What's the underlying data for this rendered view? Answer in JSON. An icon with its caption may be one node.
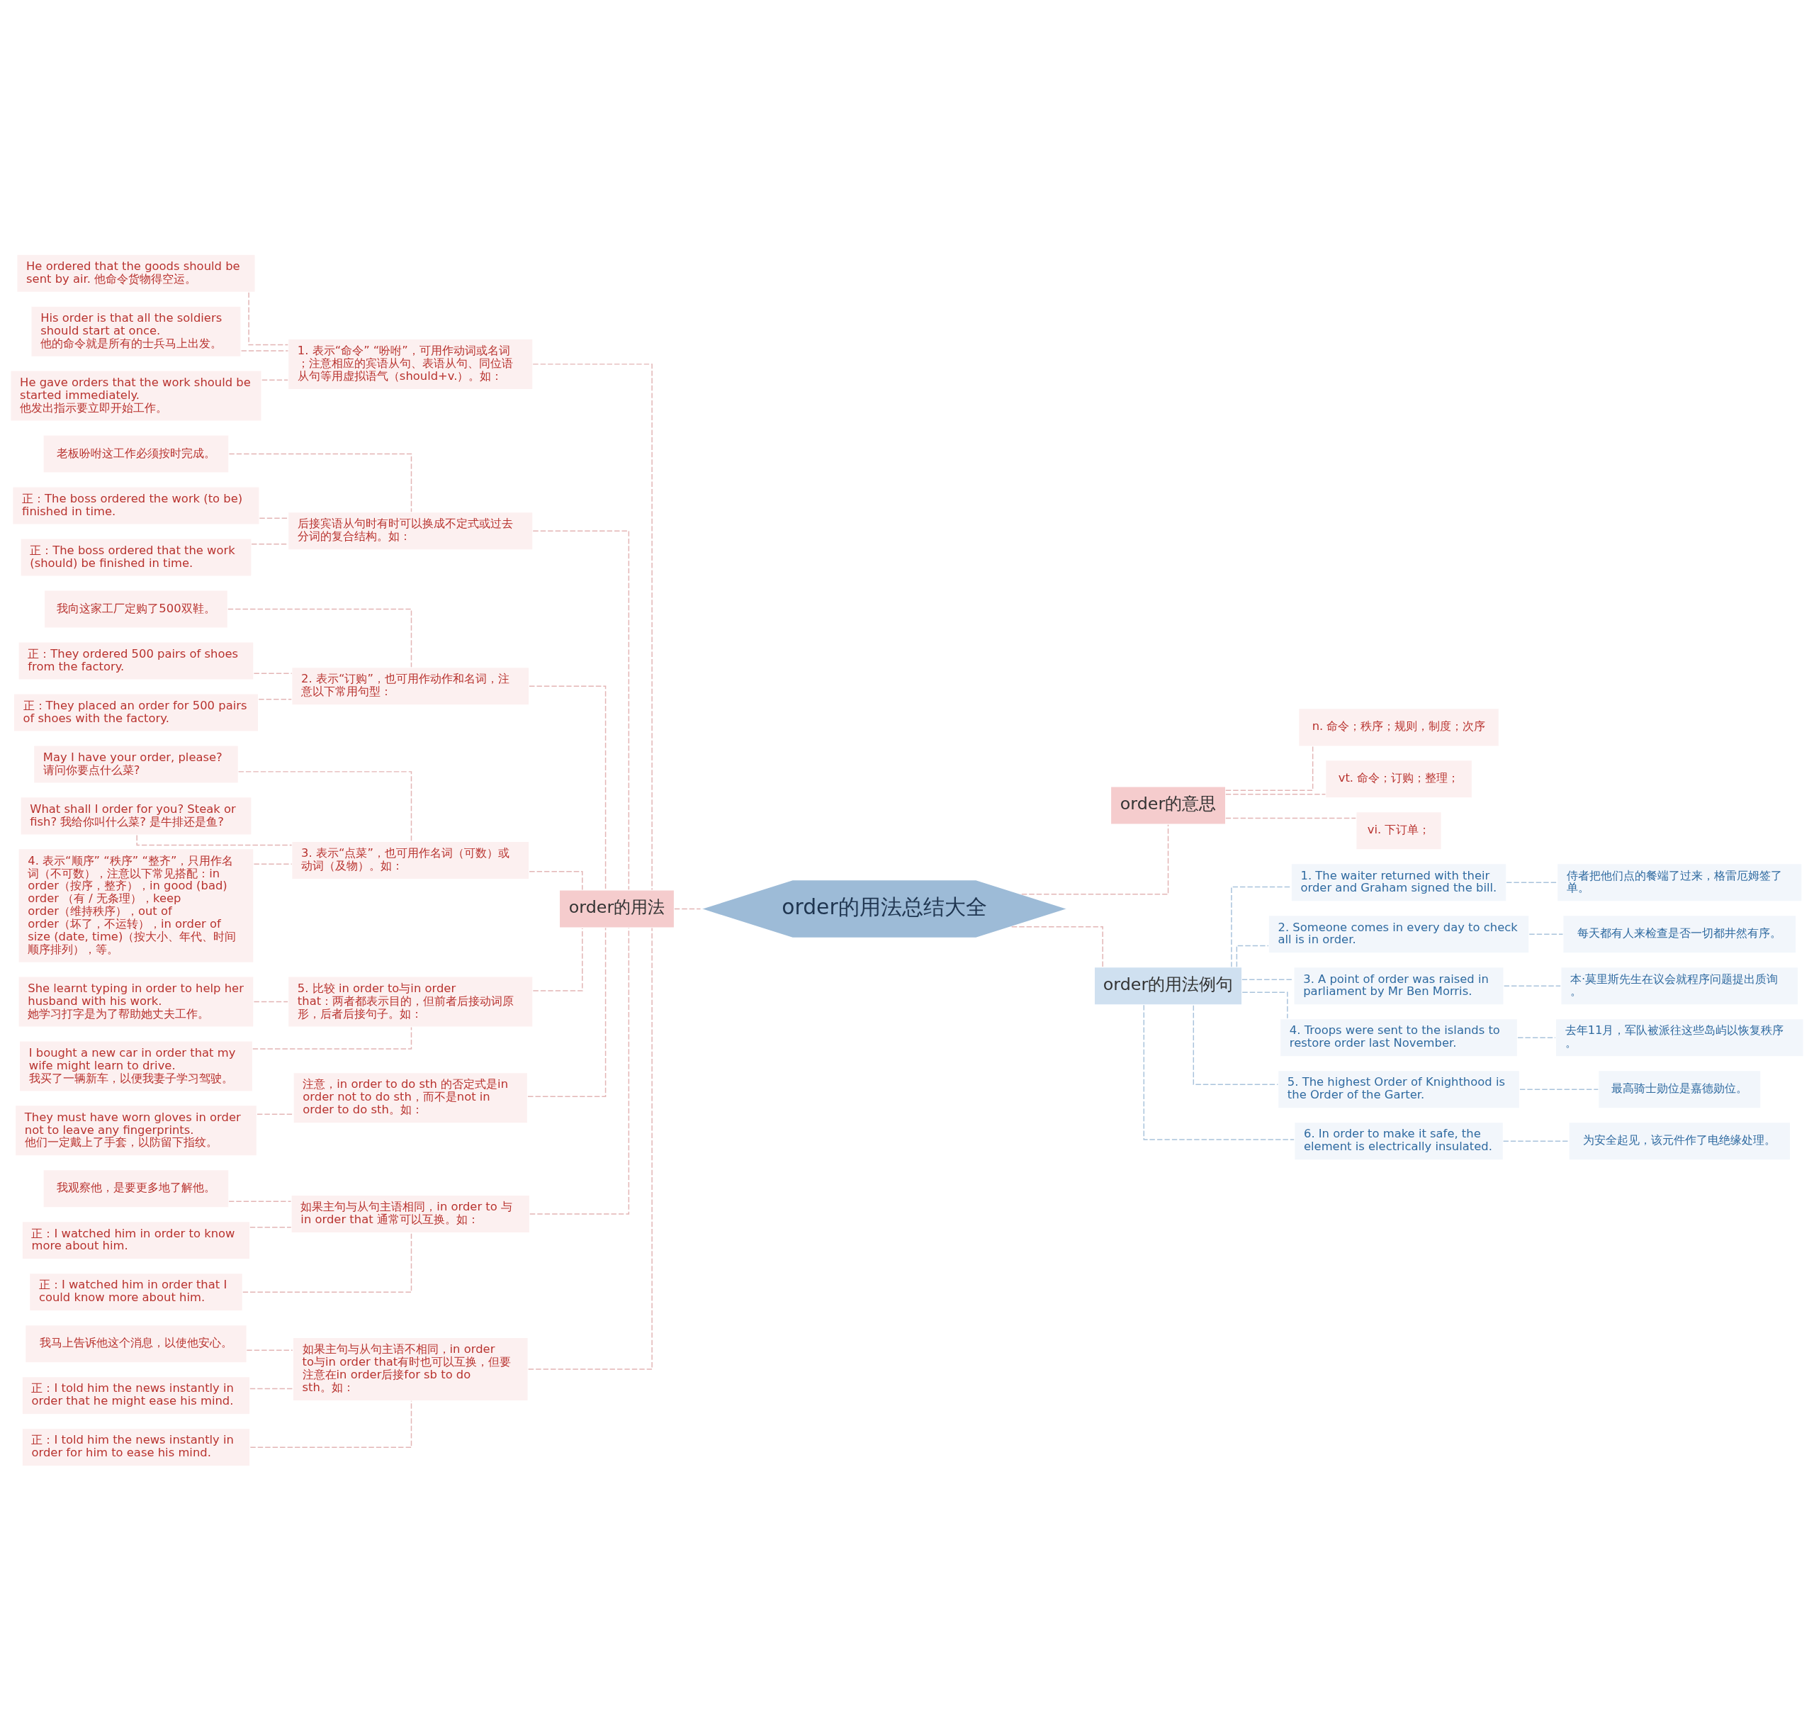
{
  "diagram": {
    "nodes": [
      {
        "text": [
          "order的用法总结大全"
        ]
      },
      {
        "text": [
          "order的用法"
        ]
      },
      {
        "text": [
          "1. 表示“命令” “吩咐”，可用作动词或名词；注意相应的宾语从句、表语从句、同位语从句等用虚拟语气（should+v.）。如："
        ]
      },
      {
        "text": [
          "He ordered that the goods should be sent by air. 他命令货物得空运。"
        ]
      },
      {
        "text": [
          "His order is that all the soldiers should start at once. 他的命令就是所有的士兵马上出发。"
        ]
      },
      {
        "text": [
          "He gave orders that the work should be started immediately. 他发出指示要立即开始工作。"
        ]
      },
      {
        "text": [
          "后接宾语从句时有时可以换成不定式或过去分词的复合结构。如："
        ]
      },
      {
        "text": [
          "老板吩咐这工作必须按时完成。"
        ]
      },
      {
        "text": [
          "正：The boss ordered the work (to be) finished in time."
        ]
      },
      {
        "text": [
          "正：The boss ordered that the work (should) be finished in time."
        ]
      },
      {
        "text": [
          "2. 表示“订购”，也可用作动作和名词，注意以下常用句型："
        ]
      },
      {
        "text": [
          "我向这家工厂定购了500双鞋。"
        ]
      },
      {
        "text": [
          "正：They ordered 500 pairs of shoes from the factory."
        ]
      },
      {
        "text": [
          "正：They placed an order for 500 pairs of shoes with the factory."
        ]
      },
      {
        "text": [
          "3. 表示“点菜”，也可用作名词（可数）或动词（及物）。如："
        ]
      },
      {
        "text": [
          "May I have your order, please? 请问你要点什么菜?"
        ]
      },
      {
        "text": [
          "What shall I order for you? Steak or fish? 我给你叫什么菜? 是牛排还是鱼?"
        ]
      },
      {
        "text": [
          "4. 表示“顺序” “秩序” “整齐”，只用作名词（不可数），注意以下常见搭配：in order（按序，整齐），in good (bad) order （有 / 无条理），keep order（维持秩序），out of order（坏了，不运转），in order of size (date, time)（按大小、年代、时间顺序排列），等。"
        ]
      },
      {
        "text": [
          "5. 比较 in order to与in order that：两者都表示目的，但前者后接动词原形，后者后接句子。如："
        ]
      },
      {
        "text": [
          "She learnt typing in order to help her husband with his work. 她学习打字是为了帮助她丈夫工作。"
        ]
      },
      {
        "text": [
          "I bought a new car in order that my wife might learn to drive. 我买了一辆新车，以便我妻子学习驾驶。"
        ]
      },
      {
        "text": [
          "注意，in order to do sth 的否定式是in order not to do sth，而不是not in order to do sth。如："
        ]
      },
      {
        "text": [
          "They must have worn gloves in order not to leave any fingerprints. 他们一定戴上了手套，以防留下指纹。"
        ]
      },
      {
        "text": [
          "如果主句与从句主语相同，in order to 与 in order that 通常可以互换。如："
        ]
      },
      {
        "text": [
          "我观察他，是要更多地了解他。"
        ]
      },
      {
        "text": [
          "正：I watched him in order to know more about him."
        ]
      },
      {
        "text": [
          "正：I watched him in order that I could know more about him."
        ]
      },
      {
        "text": [
          "如果主句与从句主语不相同，in order to与in order that有时也可以互换，但要注意在in order后接for sb to do sth。如："
        ]
      },
      {
        "text": [
          "我马上告诉他这个消息，以使他安心。"
        ]
      },
      {
        "text": [
          "正：I told him the news instantly in order that he might ease his mind."
        ]
      },
      {
        "text": [
          "正：I told him the news instantly in order for him to ease his mind."
        ]
      },
      {
        "text": [
          "order的意思"
        ]
      },
      {
        "text": [
          "n. 命令；秩序；规则，制度；次序"
        ]
      },
      {
        "text": [
          "vt. 命令；订购；整理；"
        ]
      },
      {
        "text": [
          "vi. 下订单；"
        ]
      },
      {
        "text": [
          "order的用法例句"
        ]
      },
      {
        "text": [
          "1. The waiter returned with their order and Graham signed the bill."
        ]
      },
      {
        "text": [
          "侍者把他们点的餐端了过来，格雷厄姆签了单。"
        ]
      },
      {
        "text": [
          "2. Someone comes in every day to check all is in order."
        ]
      },
      {
        "text": [
          "每天都有人来检查是否一切都井然有序。"
        ]
      },
      {
        "text": [
          "3. A point of order was raised in parliament by Mr Ben Morris."
        ]
      },
      {
        "text": [
          "本·莫里斯先生在议会就程序问题提出质询。"
        ]
      },
      {
        "text": [
          "4. Troops were sent to the islands to restore order last November."
        ]
      },
      {
        "text": [
          "去年11月，军队被派往这些岛屿以恢复秩序。"
        ]
      },
      {
        "text": [
          "5. The highest Order of Knighthood is the Order of the Garter."
        ]
      },
      {
        "text": [
          "最高骑士勋位是嘉德勋位。"
        ]
      },
      {
        "text": [
          "6. In order to make it safe, the element is electrically insulated."
        ]
      },
      {
        "text": [
          "为安全起见，该元件作了电绝缘处理。"
        ]
      }
    ],
    "edges": [
      {
        "from": 1,
        "to": 0,
        "arrow": "none",
        "style": "dashed"
      },
      {
        "from": 2,
        "to": 1,
        "arrow": "none",
        "style": "dashed"
      },
      {
        "from": 3,
        "to": 2,
        "arrow": "none",
        "style": "dashed"
      },
      {
        "from": 4,
        "to": 2,
        "arrow": "none",
        "style": "dashed"
      },
      {
        "from": 5,
        "to": 2,
        "arrow": "none",
        "style": "dashed"
      },
      {
        "from": 6,
        "to": 1,
        "arrow": "none",
        "style": "dashed"
      },
      {
        "from": 7,
        "to": 6,
        "arrow": "none",
        "style": "dashed"
      },
      {
        "from": 8,
        "to": 6,
        "arrow": "none",
        "style": "dashed"
      },
      {
        "from": 9,
        "to": 6,
        "arrow": "none",
        "style": "dashed"
      },
      {
        "from": 10,
        "to": 1,
        "arrow": "none",
        "style": "dashed"
      },
      {
        "from": 11,
        "to": 10,
        "arrow": "none",
        "style": "dashed"
      },
      {
        "from": 12,
        "to": 10,
        "arrow": "none",
        "style": "dashed"
      },
      {
        "from": 13,
        "to": 10,
        "arrow": "none",
        "style": "dashed"
      },
      {
        "from": 14,
        "to": 1,
        "arrow": "none",
        "style": "dashed"
      },
      {
        "from": 15,
        "to": 14,
        "arrow": "none",
        "style": "dashed"
      },
      {
        "from": 16,
        "to": 14,
        "arrow": "none",
        "style": "dashed"
      },
      {
        "from": 17,
        "to": 14,
        "arrow": "none",
        "style": "dashed"
      },
      {
        "from": 18,
        "to": 1,
        "arrow": "none",
        "style": "dashed"
      },
      {
        "from": 19,
        "to": 18,
        "arrow": "none",
        "style": "dashed"
      },
      {
        "from": 20,
        "to": 18,
        "arrow": "none",
        "style": "dashed"
      },
      {
        "from": 21,
        "to": 1,
        "arrow": "none",
        "style": "dashed"
      },
      {
        "from": 22,
        "to": 21,
        "arrow": "none",
        "style": "dashed"
      },
      {
        "from": 23,
        "to": 1,
        "arrow": "none",
        "style": "dashed"
      },
      {
        "from": 24,
        "to": 23,
        "arrow": "none",
        "style": "dashed"
      },
      {
        "from": 25,
        "to": 23,
        "arrow": "none",
        "style": "dashed"
      },
      {
        "from": 26,
        "to": 23,
        "arrow": "none",
        "style": "dashed"
      },
      {
        "from": 27,
        "to": 1,
        "arrow": "none",
        "style": "dashed"
      },
      {
        "from": 28,
        "to": 27,
        "arrow": "none",
        "style": "dashed"
      },
      {
        "from": 29,
        "to": 27,
        "arrow": "none",
        "style": "dashed"
      },
      {
        "from": 30,
        "to": 27,
        "arrow": "none",
        "style": "dashed"
      },
      {
        "from": 0,
        "to": 31,
        "arrow": "none",
        "style": "dashed"
      },
      {
        "from": 31,
        "to": 32,
        "arrow": "none",
        "style": "dashed"
      },
      {
        "from": 31,
        "to": 33,
        "arrow": "none",
        "style": "dashed"
      },
      {
        "from": 31,
        "to": 34,
        "arrow": "none",
        "style": "dashed"
      },
      {
        "from": 0,
        "to": 35,
        "arrow": "none",
        "style": "dashed"
      },
      {
        "from": 35,
        "to": 36,
        "arrow": "none",
        "style": "dashed",
        "color": "#a9c3dc"
      },
      {
        "from": 36,
        "to": 37,
        "arrow": "none",
        "style": "dashed",
        "color": "#a9c3dc"
      },
      {
        "from": 35,
        "to": 38,
        "arrow": "none",
        "style": "dashed",
        "color": "#a9c3dc"
      },
      {
        "from": 38,
        "to": 39,
        "arrow": "none",
        "style": "dashed",
        "color": "#a9c3dc"
      },
      {
        "from": 35,
        "to": 40,
        "arrow": "none",
        "style": "dashed",
        "color": "#a9c3dc"
      },
      {
        "from": 40,
        "to": 41,
        "arrow": "none",
        "style": "dashed",
        "color": "#a9c3dc"
      },
      {
        "from": 35,
        "to": 42,
        "arrow": "none",
        "style": "dashed",
        "color": "#a9c3dc"
      },
      {
        "from": 42,
        "to": 43,
        "arrow": "none",
        "style": "dashed",
        "color": "#a9c3dc"
      },
      {
        "from": 35,
        "to": 44,
        "arrow": "none",
        "style": "dashed",
        "color": "#a9c3dc"
      },
      {
        "from": 44,
        "to": 45,
        "arrow": "none",
        "style": "dashed",
        "color": "#a9c3dc"
      },
      {
        "from": 35,
        "to": 46,
        "arrow": "none",
        "style": "dashed",
        "color": "#a9c3dc"
      },
      {
        "from": 46,
        "to": 47,
        "arrow": "none",
        "style": "dashed",
        "color": "#a9c3dc"
      }
    ]
  }
}
